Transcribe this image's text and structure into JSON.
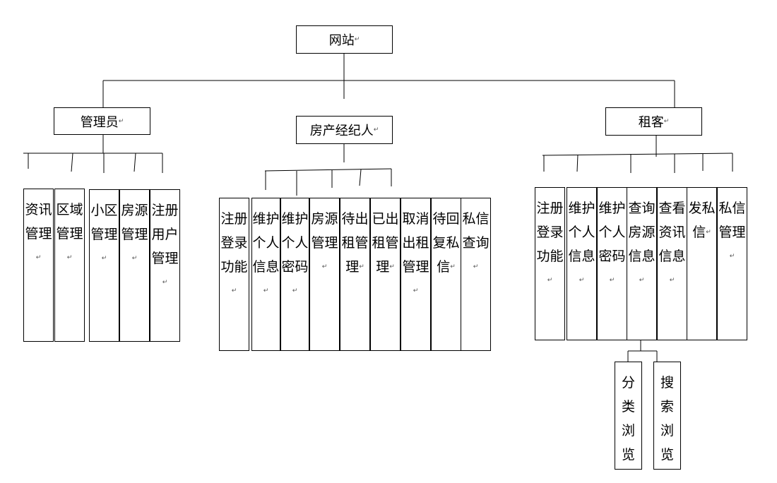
{
  "root": {
    "label": "网站"
  },
  "branches": [
    {
      "key": "admin",
      "label": "管理员",
      "children": [
        "资讯管理",
        "区域管理",
        "小区管理",
        "房源管理",
        "注册用户管理"
      ]
    },
    {
      "key": "agent",
      "label": "房产经纪人",
      "children": [
        "注册登录功能",
        "维护个人信息",
        "维护个人密码",
        "房源管理",
        "待出租管理",
        "已出租管理",
        "取消出租管理",
        "待回复私信",
        "私信查询"
      ]
    },
    {
      "key": "tenant",
      "label": "租客",
      "children": [
        "注册登录功能",
        "维护个人信息",
        "维护个人密码",
        "查询房源信息",
        "查看资讯信息",
        "发私信",
        "私信管理"
      ]
    }
  ],
  "sub_children": {
    "parent": "查询房源信息",
    "items": [
      "分类浏览",
      "搜索浏览"
    ]
  },
  "paragraph_mark": "↵"
}
